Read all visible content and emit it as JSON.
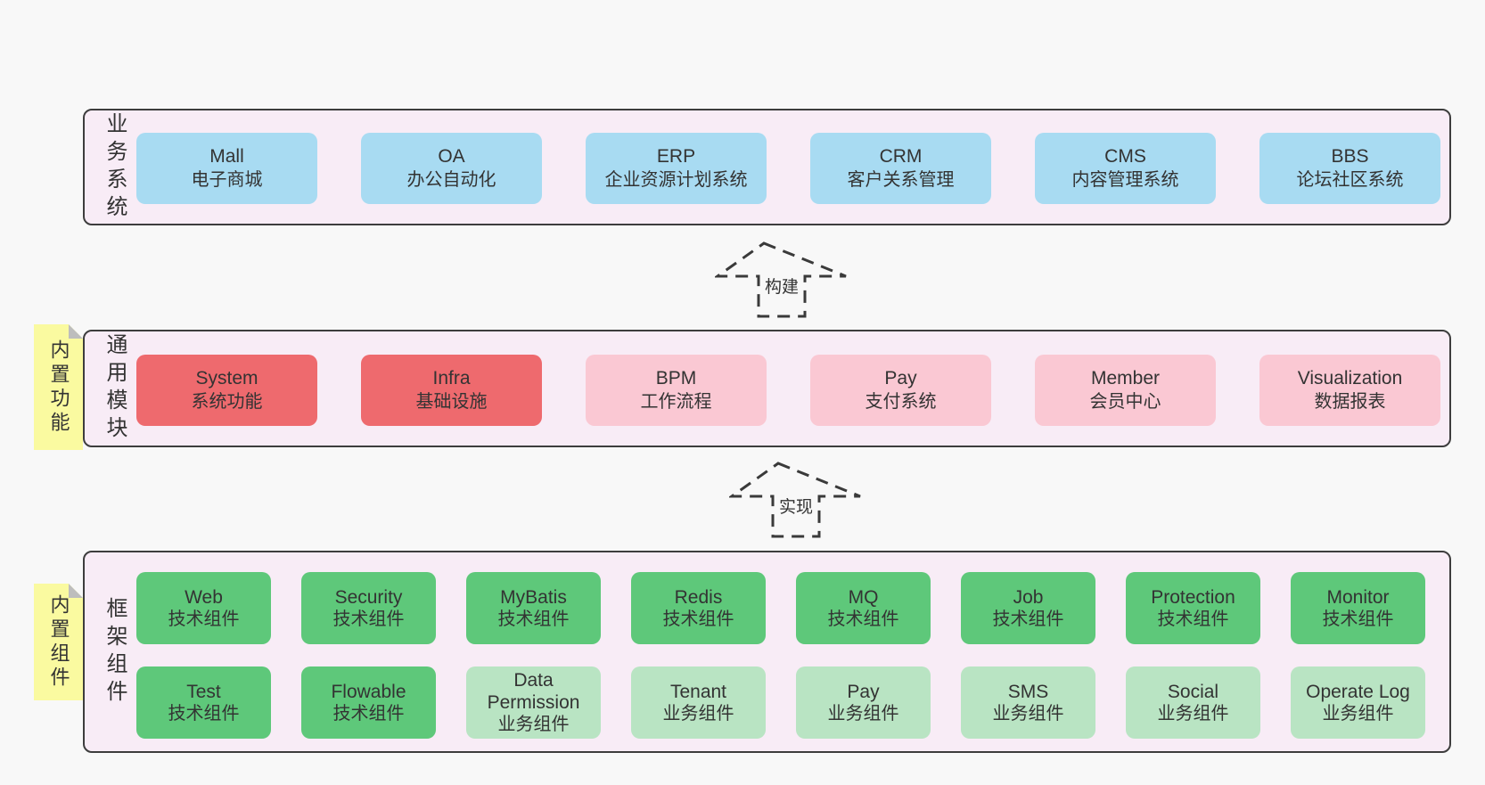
{
  "palette": {
    "page_bg": "#f8f8f8",
    "panel_bg": "#f8ecf6",
    "panel_border": "#3d3d3d",
    "business_box_blue": "#a8dbf2",
    "core_module_red": "#ee6a6e",
    "optional_module_pink": "#fac8d3",
    "tech_component_green": "#5ec87a",
    "biz_component_light_green": "#b9e4c3",
    "note_yellow": "#fafaa0",
    "note_fold_gray": "#bdbdbd",
    "text": "#333333"
  },
  "arrows": [
    {
      "label": "构建"
    },
    {
      "label": "实现"
    }
  ],
  "layers": {
    "business": {
      "side_label": "业务系统",
      "boxes": [
        {
          "title": "Mall",
          "subtitle": "电子商城"
        },
        {
          "title": "OA",
          "subtitle": "办公自动化"
        },
        {
          "title": "ERP",
          "subtitle": "企业资源计划系统"
        },
        {
          "title": "CRM",
          "subtitle": "客户关系管理"
        },
        {
          "title": "CMS",
          "subtitle": "内容管理系统"
        },
        {
          "title": "BBS",
          "subtitle": "论坛社区系统"
        }
      ]
    },
    "modules": {
      "note_label": "内置功能",
      "side_label": "通用模块",
      "boxes": [
        {
          "title": "System",
          "subtitle": "系统功能",
          "variant": "core"
        },
        {
          "title": "Infra",
          "subtitle": "基础设施",
          "variant": "core"
        },
        {
          "title": "BPM",
          "subtitle": "工作流程",
          "variant": "optional"
        },
        {
          "title": "Pay",
          "subtitle": "支付系统",
          "variant": "optional"
        },
        {
          "title": "Member",
          "subtitle": "会员中心",
          "variant": "optional"
        },
        {
          "title": "Visualization",
          "subtitle": "数据报表",
          "variant": "optional"
        }
      ]
    },
    "components": {
      "note_label": "内置组件",
      "side_label": "框架组件",
      "row1": [
        {
          "title": "Web",
          "subtitle": "技术组件",
          "variant": "tech"
        },
        {
          "title": "Security",
          "subtitle": "技术组件",
          "variant": "tech"
        },
        {
          "title": "MyBatis",
          "subtitle": "技术组件",
          "variant": "tech"
        },
        {
          "title": "Redis",
          "subtitle": "技术组件",
          "variant": "tech"
        },
        {
          "title": "MQ",
          "subtitle": "技术组件",
          "variant": "tech"
        },
        {
          "title": "Job",
          "subtitle": "技术组件",
          "variant": "tech"
        },
        {
          "title": "Protection",
          "subtitle": "技术组件",
          "variant": "tech"
        },
        {
          "title": "Monitor",
          "subtitle": "技术组件",
          "variant": "tech"
        }
      ],
      "row2": [
        {
          "title": "Test",
          "subtitle": "技术组件",
          "variant": "tech"
        },
        {
          "title": "Flowable",
          "subtitle": "技术组件",
          "variant": "tech"
        },
        {
          "title": "Data Permission",
          "subtitle": "业务组件",
          "variant": "biz"
        },
        {
          "title": "Tenant",
          "subtitle": "业务组件",
          "variant": "biz"
        },
        {
          "title": "Pay",
          "subtitle": "业务组件",
          "variant": "biz"
        },
        {
          "title": "SMS",
          "subtitle": "业务组件",
          "variant": "biz"
        },
        {
          "title": "Social",
          "subtitle": "业务组件",
          "variant": "biz"
        },
        {
          "title": "Operate Log",
          "subtitle": "业务组件",
          "variant": "biz"
        }
      ]
    }
  }
}
